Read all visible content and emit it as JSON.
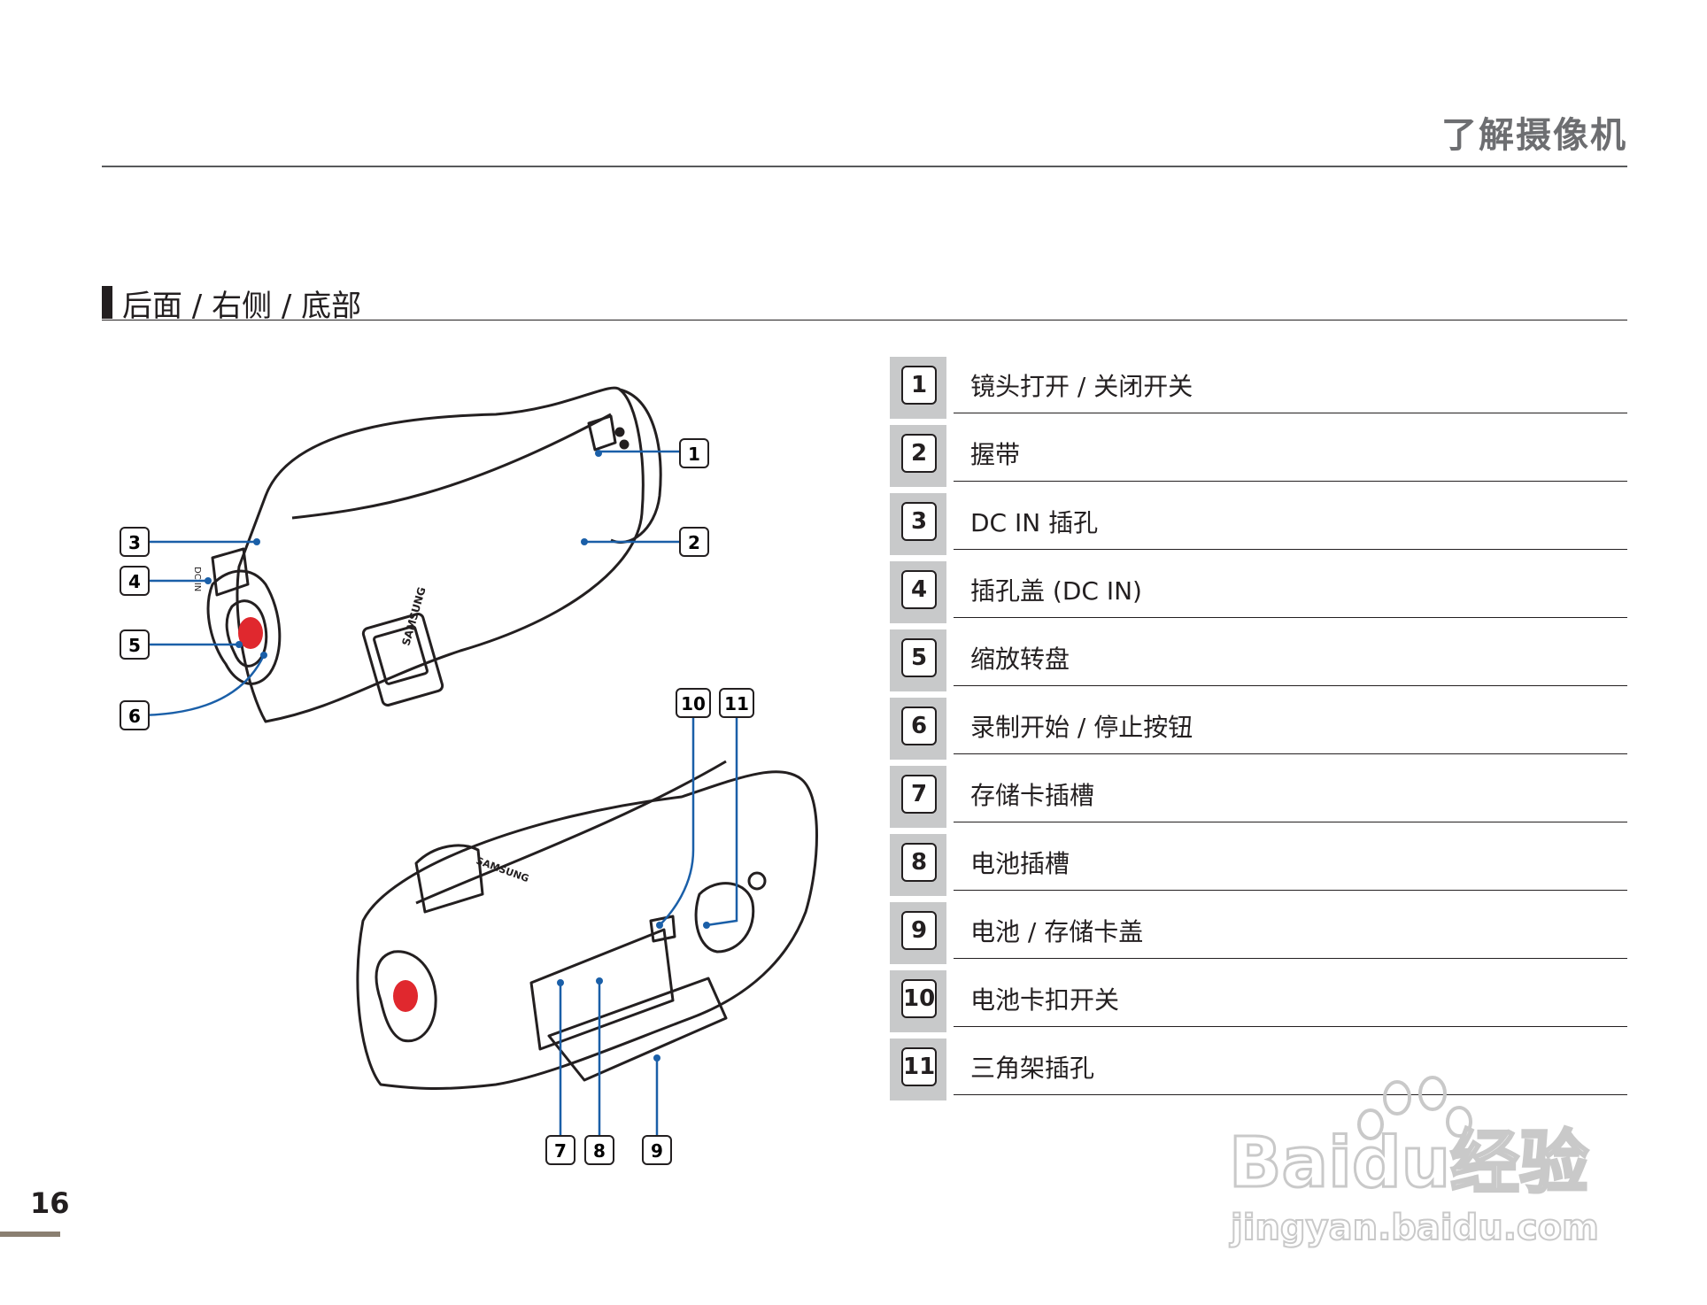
{
  "header": {
    "title": "了解摄像机"
  },
  "section": {
    "title": "后面 / 右侧 / 底部"
  },
  "camera_label": "SAMSUNG",
  "jack_label": "DC IN",
  "callout_color": "#1a5fa8",
  "record_button_color": "#e0282e",
  "parts": [
    {
      "num": "1",
      "label": "镜头打开 / 关闭开关"
    },
    {
      "num": "2",
      "label": "握带"
    },
    {
      "num": "3",
      "label": "DC IN 插孔"
    },
    {
      "num": "4",
      "label": "插孔盖 (DC IN)"
    },
    {
      "num": "5",
      "label": "缩放转盘"
    },
    {
      "num": "6",
      "label": "录制开始 / 停止按钮"
    },
    {
      "num": "7",
      "label": "存储卡插槽"
    },
    {
      "num": "8",
      "label": "电池插槽"
    },
    {
      "num": "9",
      "label": "电池 / 存储卡盖"
    },
    {
      "num": "10",
      "label": "电池卡扣开关"
    },
    {
      "num": "11",
      "label": "三角架插孔"
    }
  ],
  "watermark": {
    "brand": "Baidu经验",
    "url": "jingyan.baidu.com"
  },
  "page_number": "16"
}
